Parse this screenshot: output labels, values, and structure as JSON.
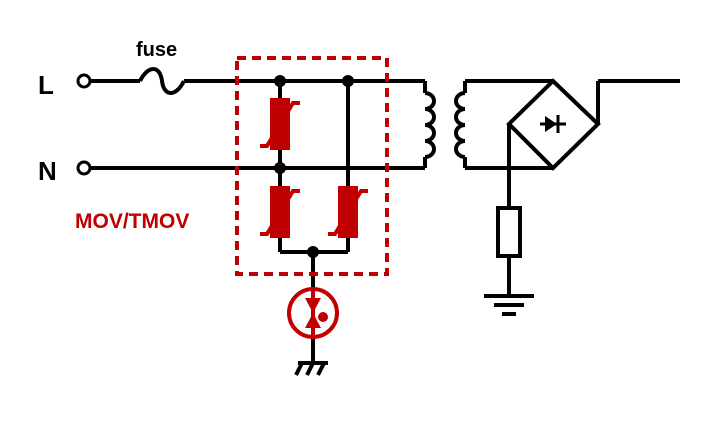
{
  "labels": {
    "line": "L",
    "neutral": "N",
    "fuse": "fuse",
    "mov_group": "MOV/TMOV"
  },
  "colors": {
    "wire": "#000000",
    "accent": "#c00000",
    "background": "#ffffff"
  },
  "components": {
    "fuse": "fuse-symbol",
    "varistors": [
      "varistor-icon",
      "varistor-icon",
      "varistor-icon"
    ],
    "gas_discharge_tube": "gas-discharge-tube-icon",
    "transformer": "transformer-icon",
    "bridge_rectifier": "bridge-rectifier-icon",
    "resistor": "resistor-icon",
    "earth_ground": "earth-ground-icon",
    "chassis_ground": "chassis-ground-icon"
  }
}
